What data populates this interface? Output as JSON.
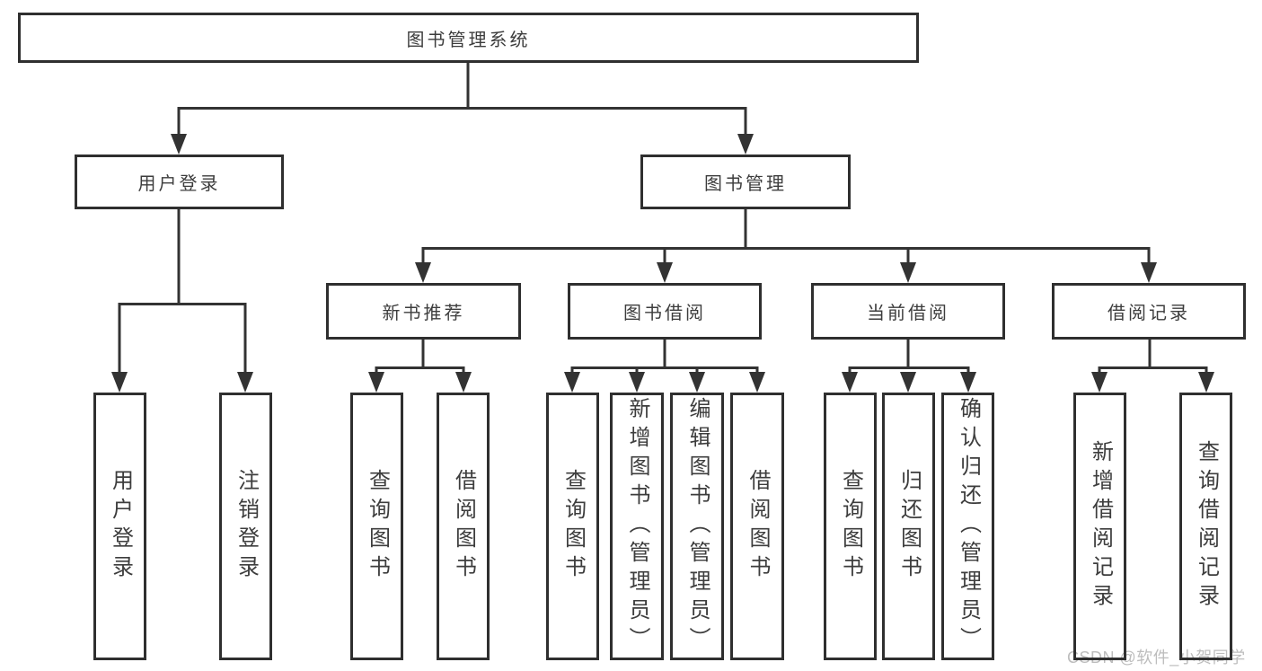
{
  "root": {
    "label": "图书管理系统"
  },
  "branches": [
    {
      "label": "用户登录",
      "children": [
        "用户登录",
        "注销登录"
      ]
    },
    {
      "label": "图书管理",
      "groups": [
        {
          "label": "新书推荐",
          "children": [
            "查询图书",
            "借阅图书"
          ]
        },
        {
          "label": "图书借阅",
          "children": [
            "查询图书",
            "新增图书（管理员）",
            "编辑图书（管理员）",
            "借阅图书"
          ]
        },
        {
          "label": "当前借阅",
          "children": [
            "查询图书",
            "归还图书",
            "确认归还（管理员）"
          ]
        },
        {
          "label": "借阅记录",
          "children": [
            "新增借阅记录",
            "查询借阅记录"
          ]
        }
      ]
    }
  ],
  "watermark": {
    "text": "CSDN @软件_小贺同学"
  },
  "colors": {
    "line": "#333333",
    "border": "#2f2f2f",
    "text": "#3d3d3d",
    "watermark": "#bdbdbd",
    "background": "#ffffff"
  }
}
